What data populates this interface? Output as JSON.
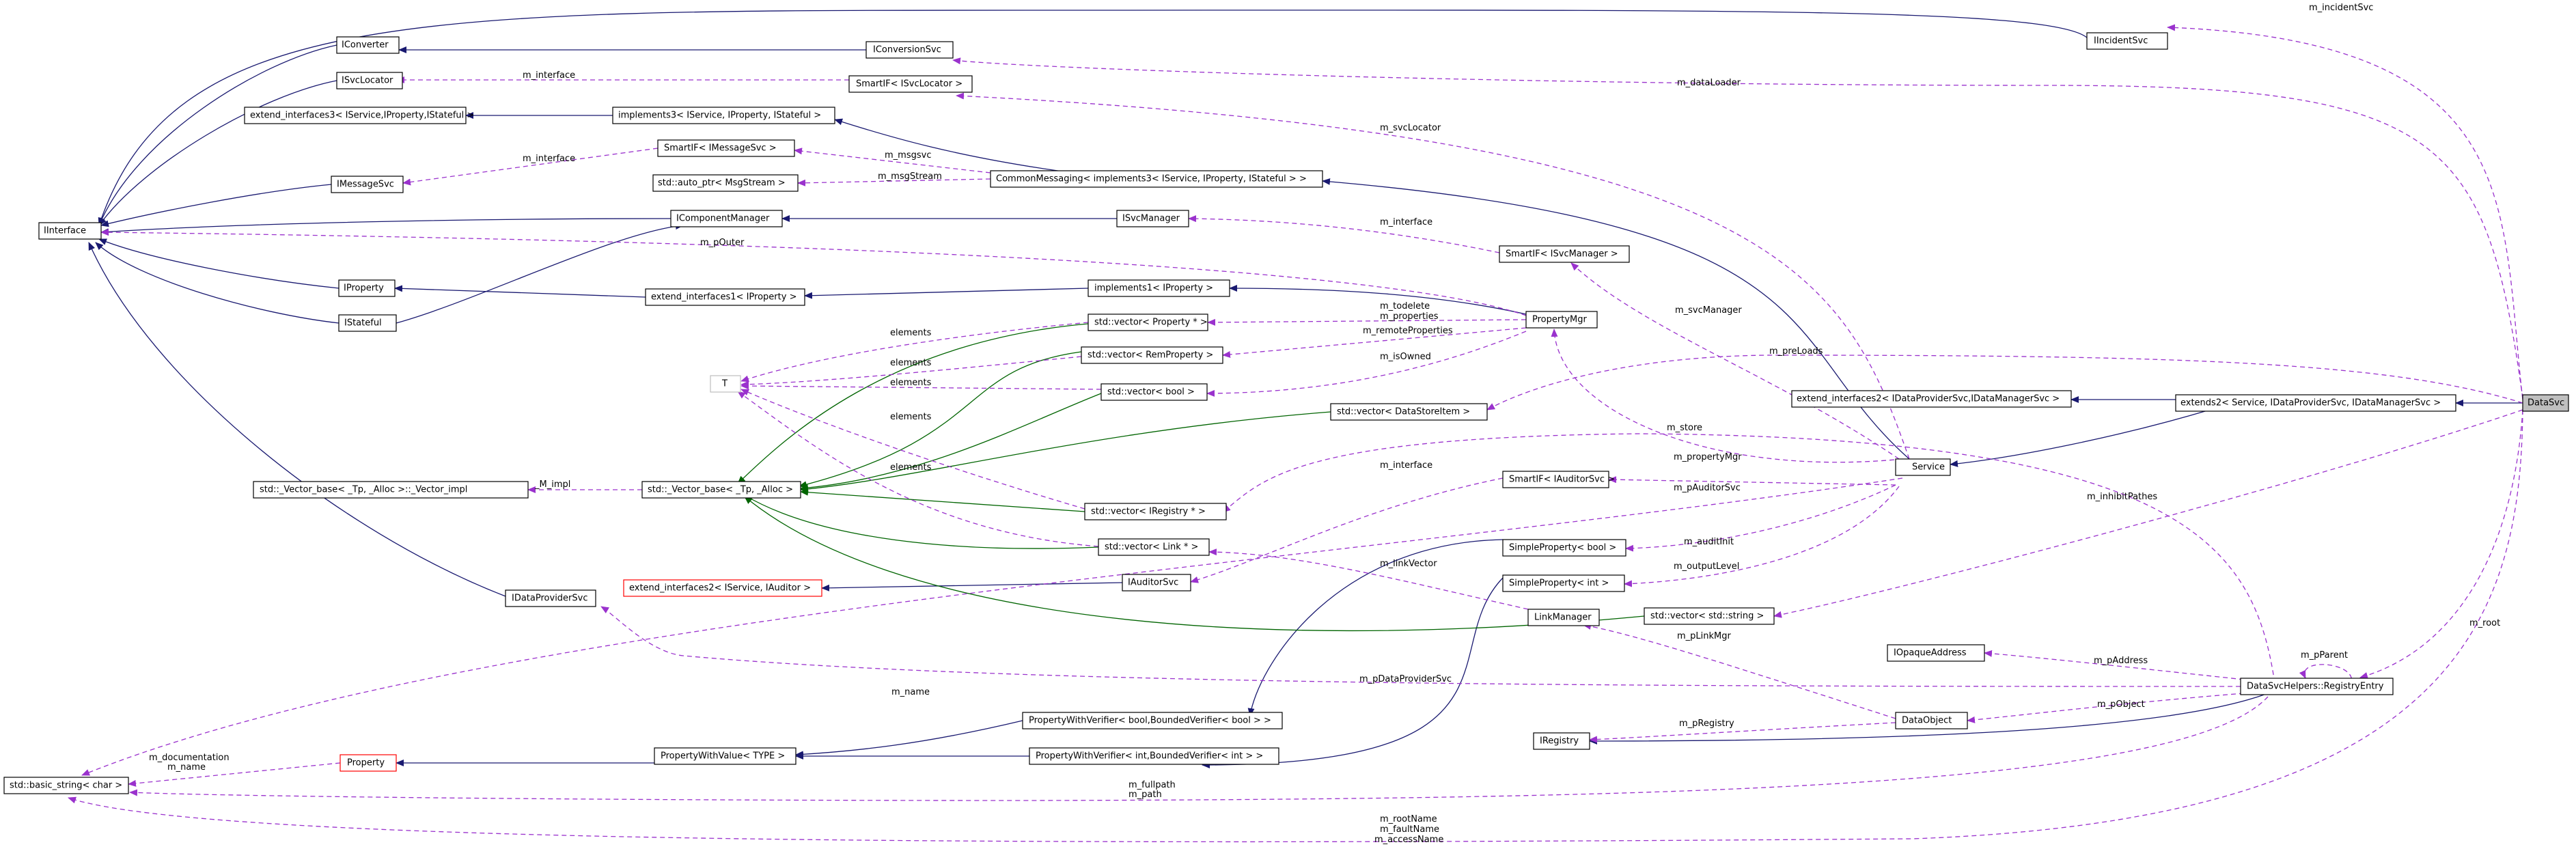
{
  "nodes": {
    "DataSvc": "DataSvc",
    "extends2": "extends2< Service, IDataProviderSvc, IDataManagerSvc >",
    "extend_interfaces2_dp": "extend_interfaces2< IDataProviderSvc,IDataManagerSvc >",
    "Service": "Service",
    "IIncidentSvc": "IIncidentSvc",
    "IConverter": "IConverter",
    "IConversionSvc": "IConversionSvc",
    "ISvcLocator": "ISvcLocator",
    "SmartIF_ISvcLocator": "SmartIF< ISvcLocator >",
    "extend_interfaces3": "extend_interfaces3< IService,IProperty,IStateful >",
    "implements3": "implements3< IService, IProperty, IStateful >",
    "IMessageSvc": "IMessageSvc",
    "SmartIF_IMessageSvc": "SmartIF< IMessageSvc >",
    "auto_ptr_MsgStream": "std::auto_ptr< MsgStream >",
    "CommonMessaging": "CommonMessaging< implements3< IService, IProperty, IStateful > >",
    "IInterface": "IInterface",
    "IComponentManager": "IComponentManager",
    "ISvcManager": "ISvcManager",
    "SmartIF_ISvcManager": "SmartIF< ISvcManager >",
    "IProperty": "IProperty",
    "extend_interfaces1": "extend_interfaces1< IProperty >",
    "implements1": "implements1< IProperty >",
    "PropertyMgr": "PropertyMgr",
    "IStateful": "IStateful",
    "vector_Property": "std::vector< Property * >",
    "vector_RemProperty": "std::vector< RemProperty >",
    "T": "T",
    "vector_bool": "std::vector< bool >",
    "vector_DataStoreItem": "std::vector< DataStoreItem >",
    "Vector_impl": "std::_Vector_base< _Tp, _Alloc >::_Vector_impl",
    "Vector_base": "std::_Vector_base< _Tp, _Alloc >",
    "SmartIF_IAuditorSvc": "SmartIF< IAuditorSvc >",
    "vector_IRegistry": "std::vector< IRegistry * >",
    "SimpleProperty_bool": "SimpleProperty< bool >",
    "vector_Link": "std::vector< Link * >",
    "extend_interfaces2_auditor": "extend_interfaces2< IService, IAuditor >",
    "IAuditorSvc": "IAuditorSvc",
    "SimpleProperty_int": "SimpleProperty< int >",
    "IDataProviderSvc": "IDataProviderSvc",
    "LinkManager": "LinkManager",
    "vector_string": "std::vector< std::string >",
    "IOpaqueAddress": "IOpaqueAddress",
    "RegistryEntry": "DataSvcHelpers::RegistryEntry",
    "PWV_bool": "PropertyWithVerifier< bool,BoundedVerifier< bool > >",
    "DataObject": "DataObject",
    "IRegistry": "IRegistry",
    "Property": "Property",
    "PropertyWithValue": "PropertyWithValue< TYPE >",
    "PWV_int": "PropertyWithVerifier< int,BoundedVerifier< int > >",
    "basic_string": "std::basic_string< char >"
  },
  "edge_labels": {
    "m_incidentSvc": "m_incidentSvc",
    "m_dataLoader": "m_dataLoader",
    "m_interface_locator": "m_interface",
    "m_svcLocator": "m_svcLocator",
    "m_interface_msg": "m_interface",
    "m_msgsvc": "m_msgsvc",
    "m_msgStream": "m_msgStream",
    "m_interface_svcmgr": "m_interface",
    "m_pOuter": "m_pOuter",
    "m_svcManager": "m_svcManager",
    "m_todelete": "m_todelete",
    "m_properties": "m_properties",
    "m_remoteProperties": "m_remoteProperties",
    "m_isOwned": "m_isOwned",
    "elements_1": "elements",
    "elements_2": "elements",
    "elements_3": "elements",
    "elements_4": "elements",
    "elements_5": "elements",
    "m_preLoads": "m_preLoads",
    "m_store": "m_store",
    "M_impl": "_M_impl",
    "m_propertyMgr": "m_propertyMgr",
    "m_interface_auditor": "m_interface",
    "m_pAuditorSvc": "m_pAuditorSvc",
    "m_auditInit": "m_auditInit",
    "m_outputLevel": "m_outputLevel",
    "m_linkVector": "m_linkVector",
    "m_inhibitPathes": "m_inhibitPathes",
    "m_root": "m_root",
    "m_pLinkMgr": "m_pLinkMgr",
    "m_pParent": "m_pParent",
    "m_pAddress": "m_pAddress",
    "m_pDataProviderSvc": "m_pDataProviderSvc",
    "m_name": "m_name",
    "m_pObject": "m_pObject",
    "m_pRegistry": "m_pRegistry",
    "m_documentation": "m_documentation",
    "m_name_2": "m_name",
    "m_fullpath": "m_fullpath",
    "m_path": "m_path",
    "m_rootName": "m_rootName",
    "m_faultName": "m_faultName",
    "m_accessName": "m_accessName"
  }
}
